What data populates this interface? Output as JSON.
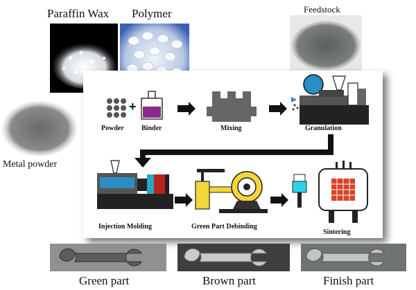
{
  "materials": {
    "paraffin_wax": "Paraffin Wax",
    "polymer": "Polymer",
    "feedstock": "Feedstock",
    "metal_powder": "Metal powder"
  },
  "process_steps": {
    "powder": "Powder",
    "binder": "Binder",
    "mixing": "Mixing",
    "granulation": "Granulation",
    "injection_molding": "Injection Molding",
    "green_part_debinding": "Green Part Debinding",
    "sintering": "Sintering"
  },
  "parts": {
    "green_part": "Green part",
    "brown_part": "Brown part",
    "finish_part": "Finish part"
  },
  "operators": {
    "plus": "+"
  }
}
